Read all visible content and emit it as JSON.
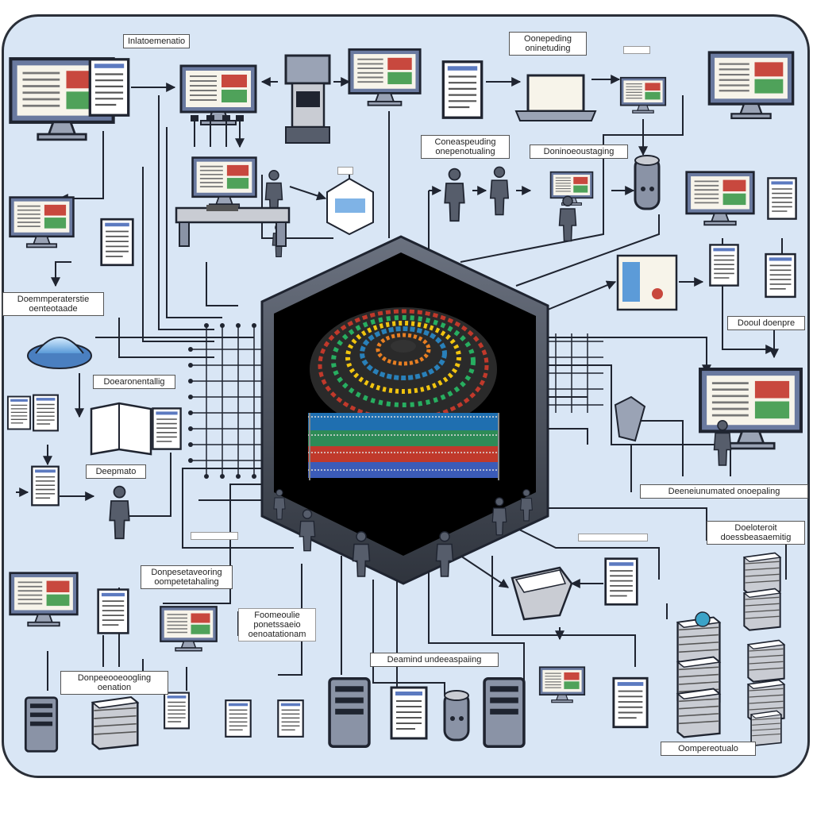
{
  "labels": {
    "top_left_tag": "Inlatoemenatio",
    "top_center_right": "Oonepeding oninetuding",
    "top_far_right": "",
    "mid_center_left": "Coneaspeuding onepenotualing",
    "mid_center_right": "Doninoeoustaging",
    "left_upper_box": "Doemmperaterstie oenteotaade",
    "right_upper_box": "Dooul doenpre",
    "left_mid_box": "Doearonentallig",
    "left_person_box": "Deepmato",
    "right_wide_box": "Deeneiunumated onoepaling",
    "right_lower_box": "Doeloteroit doessbeasaemitig",
    "left_lower_box": "Donpesetaveoring oompetetahaling",
    "center_lower_box": "Foomeoulie ponetssaeio oenoatationam",
    "center_bottom_box": "Deamind undeeaspaiing",
    "bottom_left_box": "Donpeeooeoogling oenation",
    "bottom_right_box": "Oompereotualo"
  },
  "colors": {
    "board_bg": "#d9e6f5",
    "line": "#1f2430",
    "hub_body": "#3a3f4a",
    "hub_screen": "#000000",
    "monitor": "#6a7aa0",
    "paper": "#ffffff"
  },
  "icons": [
    "monitor-icon",
    "document-icon",
    "person-icon",
    "server-icon",
    "database-icon",
    "printer-icon",
    "document-stack-icon",
    "hub-cube-icon"
  ]
}
